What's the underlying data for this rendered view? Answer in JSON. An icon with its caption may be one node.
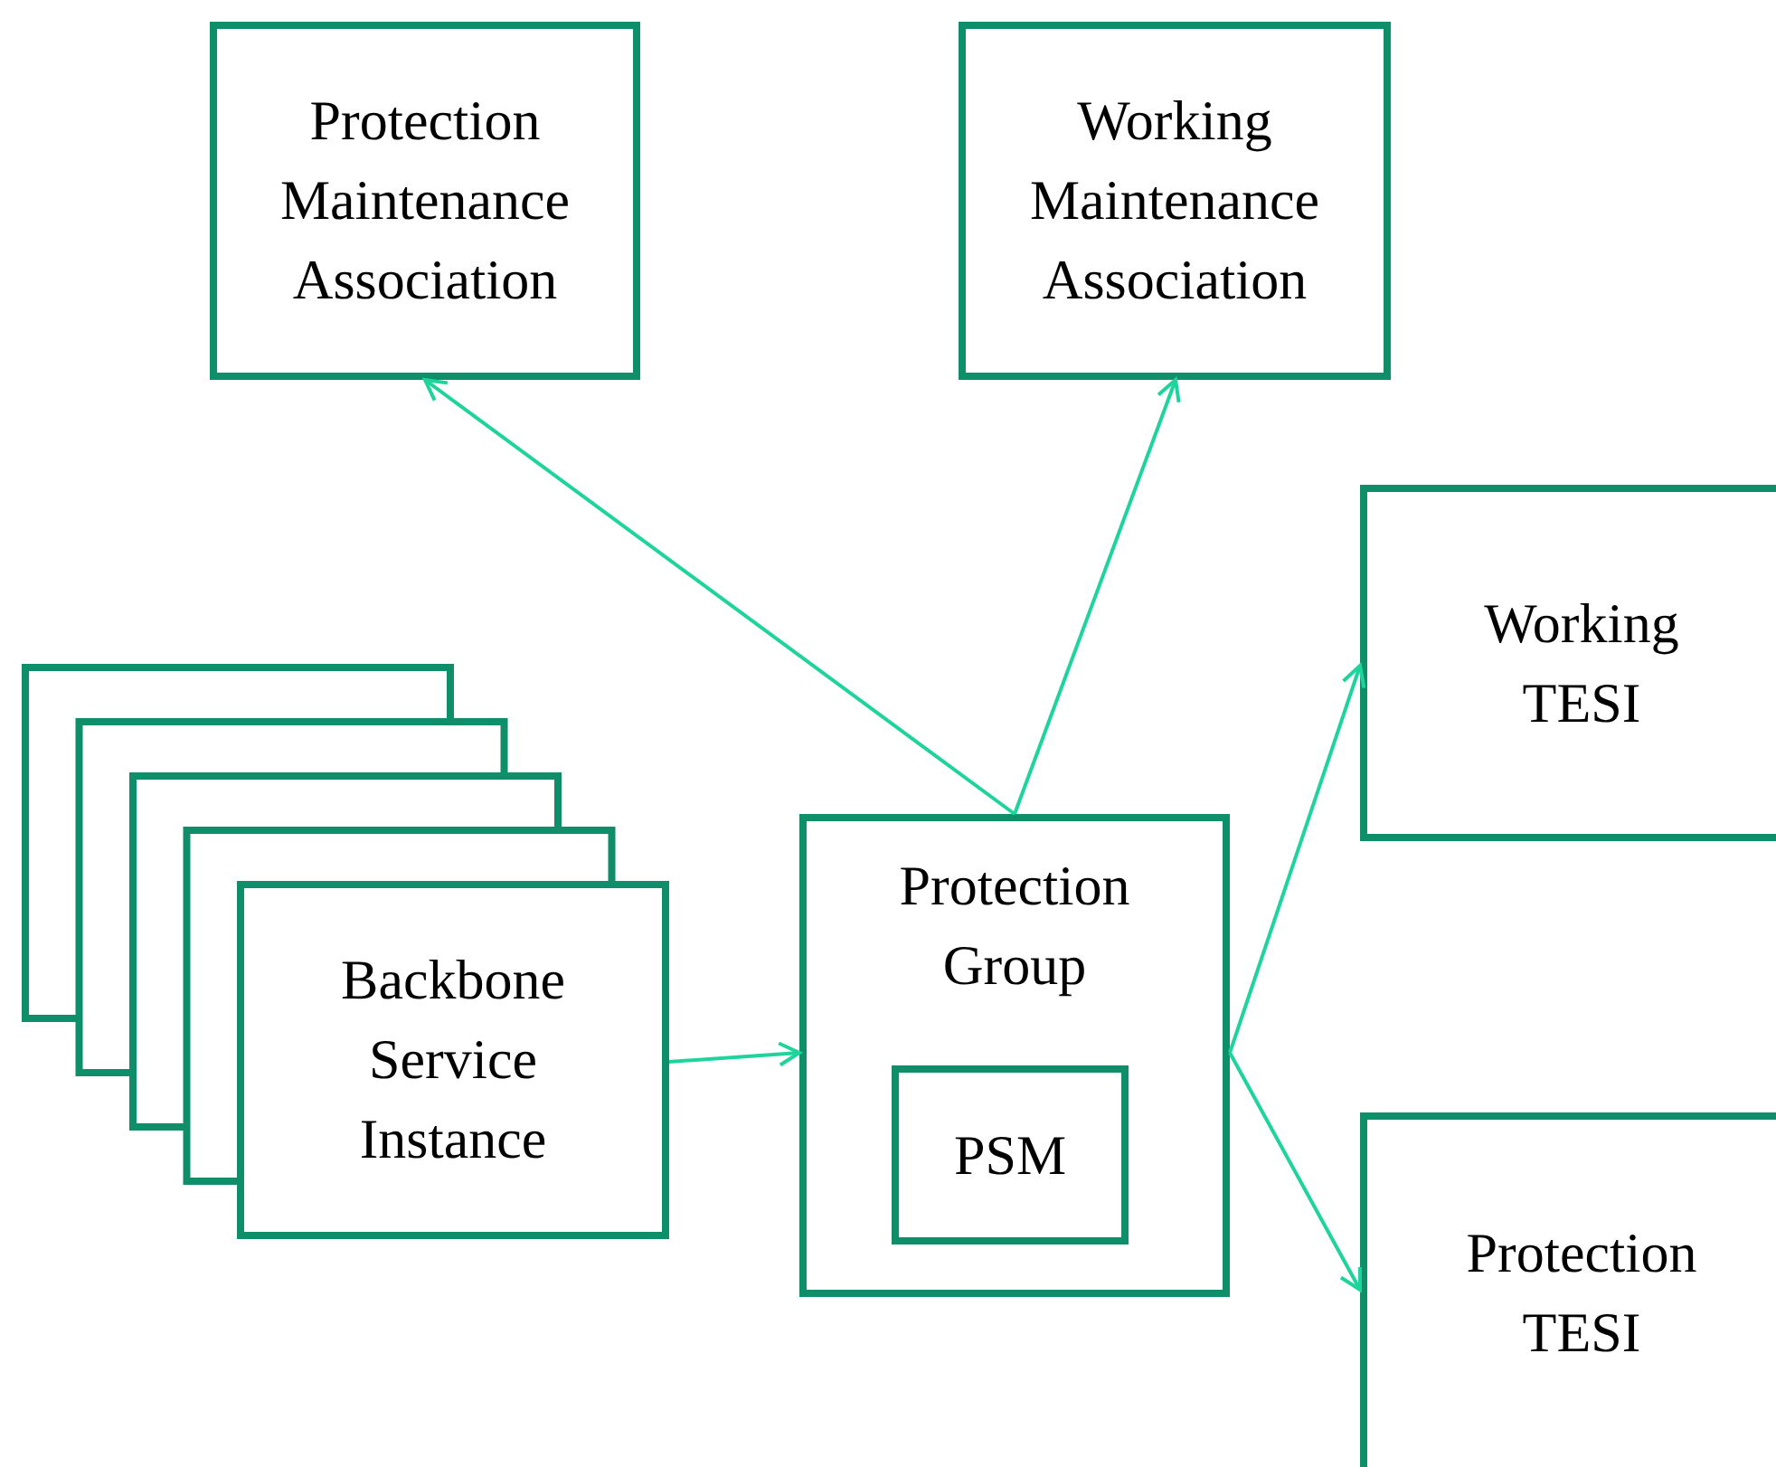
{
  "diagram": {
    "nodes": [
      {
        "text": [
          "Protection Maintenance Association"
        ]
      },
      {
        "text": [
          "Working Maintenance Association"
        ]
      },
      {
        "text": [
          "Working TESI"
        ]
      },
      {
        "text": [
          "Backbone Service Instance"
        ]
      },
      {
        "text": [
          "Protection Group"
        ]
      },
      {
        "text": [
          "PSM"
        ],
        "in": 4
      },
      {
        "text": [
          "Protection TESI"
        ]
      }
    ],
    "edges": [
      {
        "from": 3,
        "to": 4,
        "arrow": "to"
      },
      {
        "from": 4,
        "to": 0,
        "arrow": "to"
      },
      {
        "from": 4,
        "to": 1,
        "arrow": "to"
      },
      {
        "from": 4,
        "to": 2,
        "arrow": "to"
      },
      {
        "from": 4,
        "to": 6,
        "arrow": "to"
      }
    ]
  }
}
